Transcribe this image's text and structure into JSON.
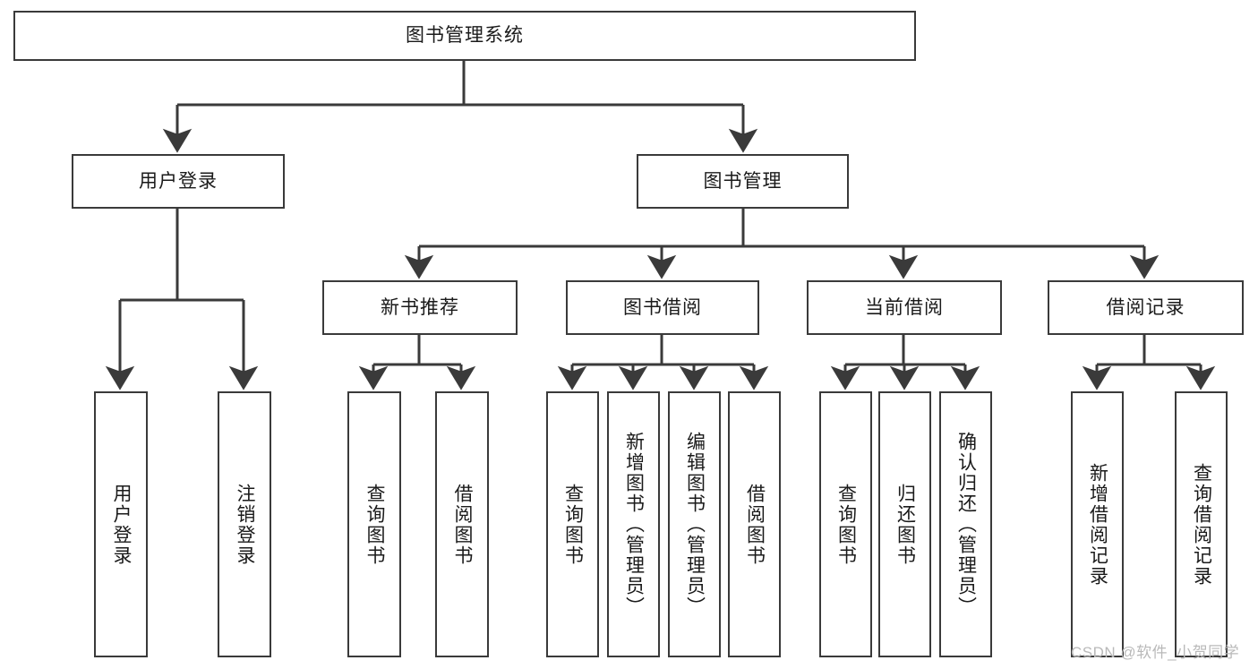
{
  "diagram": {
    "type": "tree",
    "title": "图书管理系统",
    "root": {
      "label": "图书管理系统",
      "children": [
        {
          "label": "用户登录",
          "children": [
            {
              "label": "用户登录"
            },
            {
              "label": "注销登录"
            }
          ]
        },
        {
          "label": "图书管理",
          "children": [
            {
              "label": "新书推荐",
              "children": [
                {
                  "label": "查询图书"
                },
                {
                  "label": "借阅图书"
                }
              ]
            },
            {
              "label": "图书借阅",
              "children": [
                {
                  "label": "查询图书"
                },
                {
                  "label": "新增图书（管理员）"
                },
                {
                  "label": "编辑图书（管理员）"
                },
                {
                  "label": "借阅图书"
                }
              ]
            },
            {
              "label": "当前借阅",
              "children": [
                {
                  "label": "查询图书"
                },
                {
                  "label": "归还图书"
                },
                {
                  "label": "确认归还（管理员）"
                }
              ]
            },
            {
              "label": "借阅记录",
              "children": [
                {
                  "label": "新增借阅记录"
                },
                {
                  "label": "查询借阅记录"
                }
              ]
            }
          ]
        }
      ]
    }
  },
  "nodes": {
    "root": "图书管理系统",
    "l1_user_login": "用户登录",
    "l1_book_manage": "图书管理",
    "l2_new_book": "新书推荐",
    "l2_borrow": "图书借阅",
    "l2_current": "当前借阅",
    "l2_record": "借阅记录",
    "leaf_user_login": "用户登录",
    "leaf_user_logout": "注销登录",
    "leaf_nb_query": "查询图书",
    "leaf_nb_borrow": "借阅图书",
    "leaf_bo_query": "查询图书",
    "leaf_bo_add": "新增图书（管理员）",
    "leaf_bo_edit": "编辑图书（管理员）",
    "leaf_bo_borrow": "借阅图书",
    "leaf_cu_query": "查询图书",
    "leaf_cu_return": "归还图书",
    "leaf_cu_confirm": "确认归还（管理员）",
    "leaf_rc_add": "新增借阅记录",
    "leaf_rc_query": "查询借阅记录"
  },
  "watermark": "CSDN @软件_小贺同学",
  "colors": {
    "stroke": "#3a3a3a",
    "fill": "#ffffff",
    "text": "#1a1a1a",
    "watermark": "#b9b9b9"
  }
}
